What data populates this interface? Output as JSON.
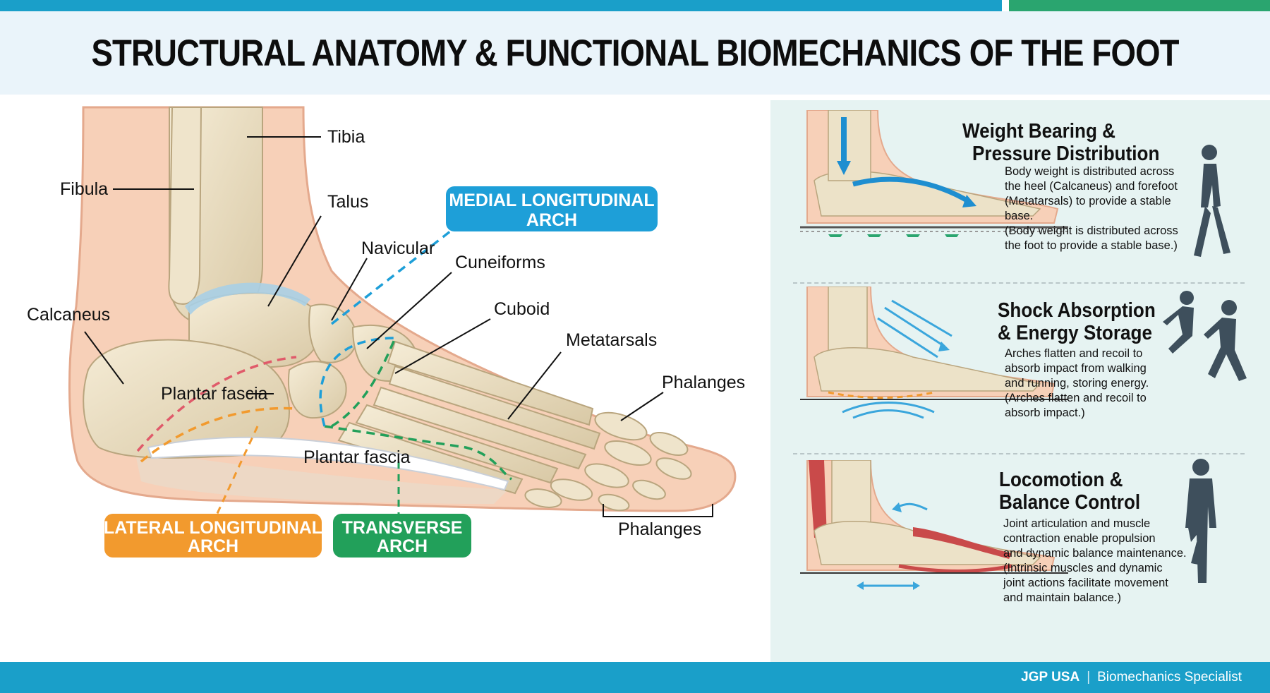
{
  "header": {
    "title": "STRUCTURAL ANATOMY & FUNCTIONAL BIOMECHANICS OF THE FOOT"
  },
  "labels": {
    "tibia": "Tibia",
    "fibula": "Fibula",
    "talus": "Talus",
    "navicular": "Navicular",
    "cuneiforms": "Cuneiforms",
    "calcaneus": "Calcaneus",
    "cuboid": "Cuboid",
    "metatarsals": "Metatarsals",
    "phalanges_top": "Phalanges",
    "plantar_fascia_upper": "Plantar fascia",
    "plantar_fascia_lower": "Plantar fascia",
    "phalanges_bottom": "Phalanges"
  },
  "arches": {
    "medial": {
      "line1": "MEDIAL LONGITUDINAL",
      "line2": "ARCH",
      "color": "#1e9fd8"
    },
    "lateral": {
      "line1": "LATERAL LONGITUDINAL",
      "line2": "ARCH",
      "color": "#f29a2e"
    },
    "transverse": {
      "line1": "TRANSVERSE",
      "line2": "ARCH",
      "color": "#22a05a"
    }
  },
  "functions": [
    {
      "title_line1": "Weight Bearing &",
      "title_line2": "Pressure Distribution",
      "body": "Body weight is distributed across\nthe heel (Calcaneus) and forefoot\n(Metatarsals) to provide a stable\nbase.\n(Body weight is distributed across\nthe foot to provide a stable base.)"
    },
    {
      "title_line1": "Shock Absorption",
      "title_line2": "& Energy Storage",
      "body": "Arches flatten and recoil to\nabsorb impact from walking\nand running, storing energy.\n(Arches flatten and recoil to\nabsorb impact.)"
    },
    {
      "title_line1": "Locomotion &",
      "title_line2": "Balance Control",
      "body": "Joint articulation and muscle\ncontraction enable propulsion\nand dynamic balance maintenance.\n(Intrinsic muscles and dynamic\njoint actions facilitate movement\nand maintain balance.)"
    }
  ],
  "footer": {
    "brand": "JGP USA",
    "separator": "|",
    "tagline": "Biomechanics Specialist"
  },
  "colors": {
    "accent_blue": "#1a9fc9",
    "accent_green": "#2aa56f",
    "bone": "#ece2c8",
    "skin": "#f6cdb5",
    "cartilage": "#a9cfe6"
  }
}
